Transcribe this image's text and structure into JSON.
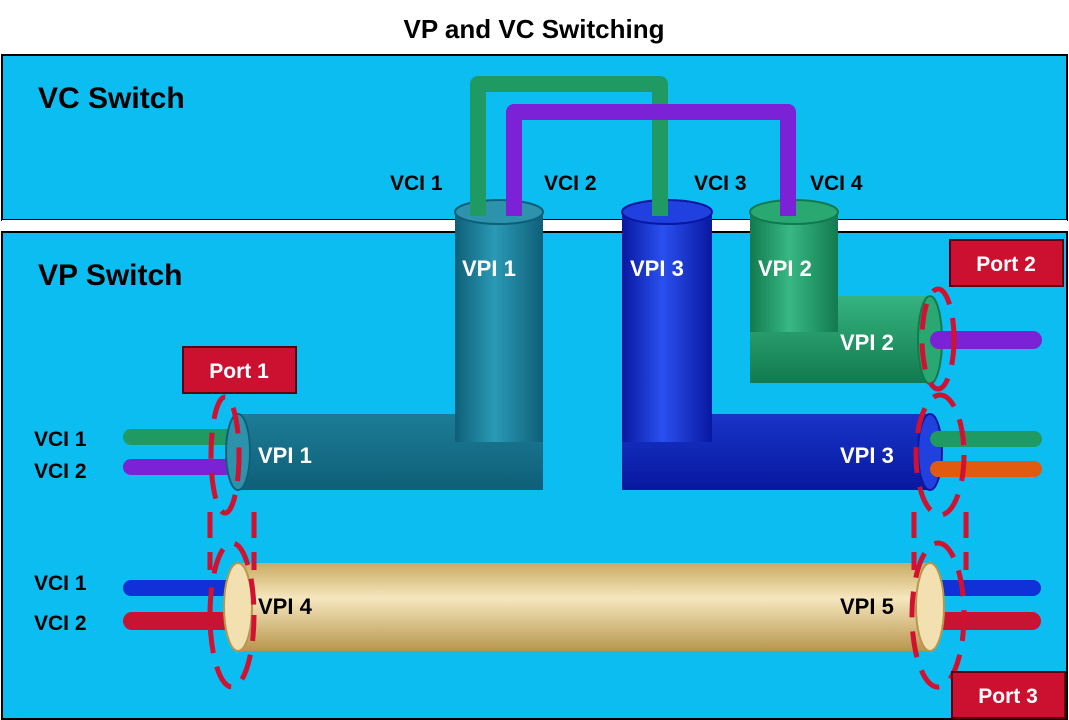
{
  "title": "VP and VC Switching",
  "vc_switch": {
    "title": "VC Switch",
    "vci_labels": [
      "VCI 1",
      "VCI 2",
      "VCI 3",
      "VCI 4"
    ]
  },
  "vp_switch": {
    "title": "VP Switch",
    "pipe_top_labels": [
      "VPI 1",
      "VPI 3",
      "VPI 2"
    ],
    "pipe_labels": {
      "port1_upper": "VPI 1",
      "port1_lower": "VPI 4",
      "port2": "VPI 2",
      "port3_upper": "VPI 3",
      "port3_lower": "VPI 5"
    },
    "ports": [
      "Port 1",
      "Port 2",
      "Port 3"
    ],
    "left_vci_labels": [
      "VCI 1",
      "VCI 2",
      "VCI 1",
      "VCI 2"
    ]
  },
  "colors": {
    "background": "#0bbdf0",
    "vpi1_pipe": "#1a7f9a",
    "vpi3_pipe": "#1030d8",
    "vpi2_pipe": "#1e9a68",
    "vpi45_pipe": "#e9d39a",
    "green_line": "#1e9a62",
    "purple_line": "#7b22d6",
    "blue_line": "#1030d8",
    "red_line": "#c81432",
    "orange_line": "#e05a10",
    "port_badge": "#cc1030",
    "dashed_ellipse": "#d21030"
  }
}
